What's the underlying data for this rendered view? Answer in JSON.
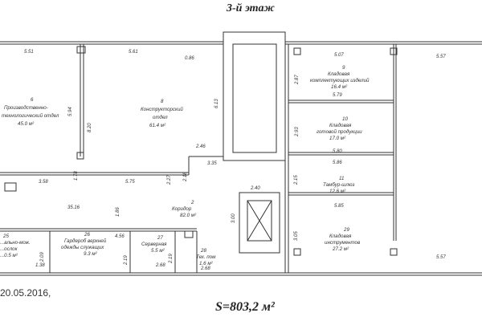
{
  "header": {
    "title": "3-й этаж"
  },
  "footer": {
    "date": "20.05.2016,",
    "total_area": "S=803,2 м²"
  },
  "rooms": [
    {
      "num": "6",
      "line1": "Производственно-",
      "line2": "технологический отдел",
      "area": "45.0 м²"
    },
    {
      "num": "8",
      "line1": "Конструкторский",
      "line2": "отдел",
      "area": "61.4 м²"
    },
    {
      "num": "9",
      "line1": "Кладовая",
      "line2": "комплектующих изделий",
      "area": "16.4 м²"
    },
    {
      "num": "10",
      "line1": "Кладовая",
      "line2": "готовой продукции",
      "area": "17.0 м²"
    },
    {
      "num": "11",
      "line1": "Тамбур-шлюз",
      "line2": "",
      "area": "12.6 м²"
    },
    {
      "num": "2",
      "line1": "Коридор",
      "line2": "",
      "area": "82.0 м²"
    },
    {
      "num": "29",
      "line1": "Кладовая",
      "line2": "инструментов",
      "area": "27.2 м²"
    },
    {
      "num": "25",
      "line1": "...ально-мож.",
      "line2": "...ослок",
      "area": "...0.5 м²"
    },
    {
      "num": "26",
      "line1": "Гардероб верхней",
      "line2": "одежды служащих",
      "area": "9.3 м²"
    },
    {
      "num": "27",
      "line1": "Серверная",
      "line2": "",
      "area": "5.5 м²"
    },
    {
      "num": "28",
      "line1": "Тех. пом",
      "line2": "",
      "area": "1.6 м²"
    }
  ],
  "dimensions": [
    "5.51",
    "5.61",
    "0.86",
    "5.07",
    "5.57",
    "5.94",
    "8.20",
    "6.13",
    "2.87",
    "5.79",
    "2.93",
    "2.46",
    "5.80",
    "3.35",
    "5.86",
    "2.15",
    "3.58",
    "1.78",
    "5.75",
    "2.27",
    "2.18",
    "2.40",
    "35.16",
    "1.86",
    "3.00",
    "5.85",
    "3.05",
    "4.56",
    "2.09",
    "2.19",
    "2.19",
    "1.38",
    "2.68",
    "2.68",
    "5.57"
  ]
}
